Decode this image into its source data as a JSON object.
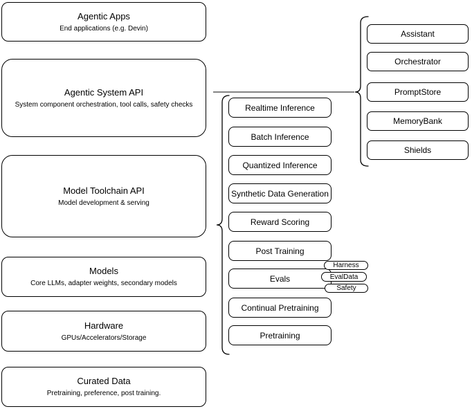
{
  "diagram": {
    "left_stack": [
      {
        "title": "Agentic Apps",
        "subtitle": "End applications (e.g. Devin)"
      },
      {
        "title": "Agentic System API",
        "subtitle": "System component orchestration, tool calls, safety checks"
      },
      {
        "title": "Model Toolchain API",
        "subtitle": "Model development & serving"
      },
      {
        "title": "Models",
        "subtitle": "Core LLMs, adapter weights, secondary models"
      },
      {
        "title": "Hardware",
        "subtitle": "GPUs/Accelerators/Storage"
      },
      {
        "title": "Curated Data",
        "subtitle": "Pretraining, preference, post training."
      }
    ],
    "toolchain_group": {
      "items": [
        "Realtime Inference",
        "Batch Inference",
        "Quantized Inference",
        "Synthetic Data Generation",
        "Reward Scoring",
        "Post Training",
        "Evals",
        "Continual Pretraining",
        "Pretraining"
      ],
      "eval_tags": [
        "Harness",
        "EvalData",
        "Safety"
      ]
    },
    "system_group": {
      "items": [
        "Assistant",
        "Orchestrator",
        "PromptStore",
        "MemoryBank",
        "Shields"
      ]
    },
    "colors": {
      "box_border": "#000000",
      "box_fill": "#ffffff",
      "connector_gray": "#848484",
      "text": "#000000"
    }
  }
}
